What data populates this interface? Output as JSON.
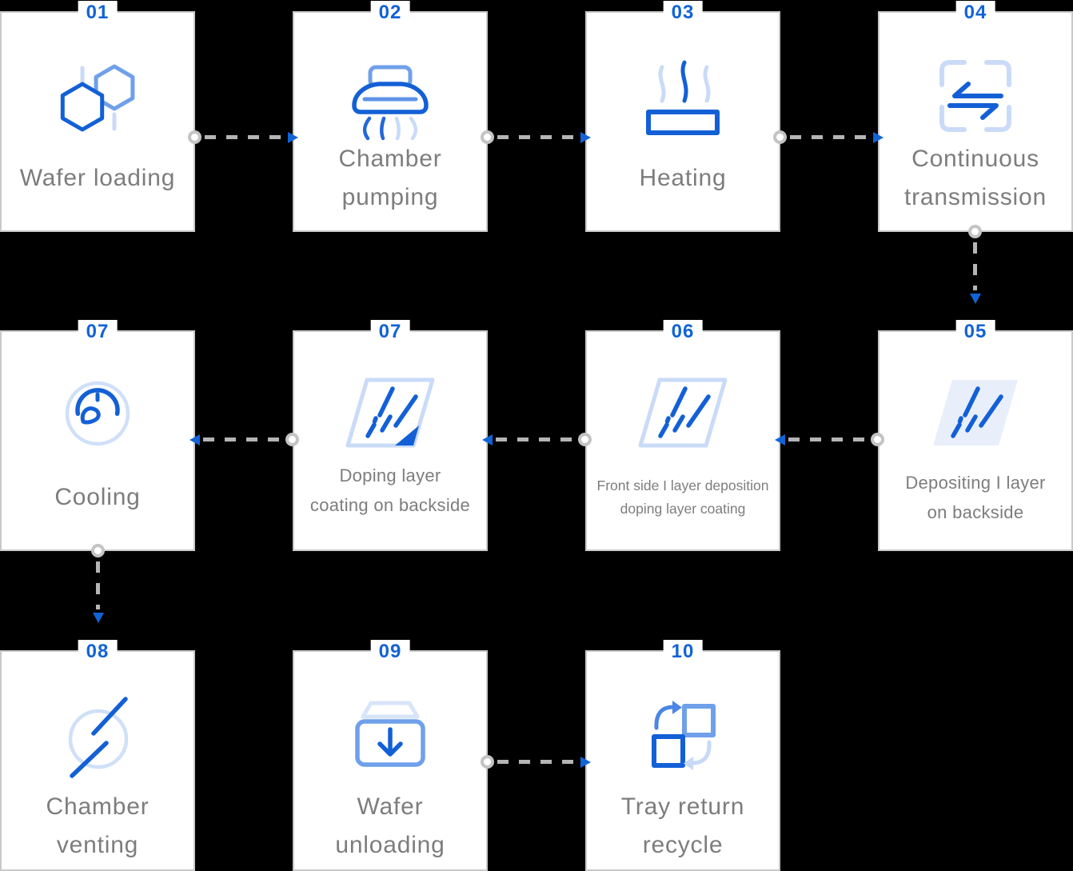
{
  "diagram": {
    "title_visible": false,
    "background_color": "#000000",
    "card_background": "#FFFFFF",
    "card_border_color": "#C9C9C9",
    "number_color": "#1163D6",
    "label_color": "#7D7D7D",
    "dash_color": "#B5B5B5",
    "arrowhead_color": "#1163D6",
    "icon_colors": {
      "dark_blue": "#1360D6",
      "medium_blue": "#6FA0EA",
      "light_blue": "#C9DBF7",
      "pale_fill": "#E8EFFA"
    },
    "cards": [
      {
        "num": "01",
        "label": [
          "Wafer loading"
        ],
        "icon": "hexagons-icon"
      },
      {
        "num": "02",
        "label": [
          "Chamber",
          "pumping"
        ],
        "icon": "pump-hood-icon"
      },
      {
        "num": "03",
        "label": [
          "Heating"
        ],
        "icon": "heater-icon"
      },
      {
        "num": "04",
        "label": [
          "Continuous",
          "transmission"
        ],
        "icon": "transfer-arrows-icon"
      },
      {
        "num": "07",
        "label": [
          "Cooling"
        ],
        "icon": "gauge-icon"
      },
      {
        "num": "07",
        "label": [
          "Doping layer",
          "coating on backside"
        ],
        "icon": "wafer-folded-corner-icon"
      },
      {
        "num": "06",
        "label": [
          "Front side I layer deposition",
          "doping layer coating"
        ],
        "icon": "wafer-outline-icon"
      },
      {
        "num": "05",
        "label": [
          "Depositing I layer",
          "on backside"
        ],
        "icon": "wafer-filled-icon"
      },
      {
        "num": "08",
        "label": [
          "Chamber",
          "venting"
        ],
        "icon": "vent-circle-icon"
      },
      {
        "num": "09",
        "label": [
          "Wafer",
          "unloading"
        ],
        "icon": "unload-box-icon"
      },
      {
        "num": "10",
        "label": [
          "Tray return",
          "recycle"
        ],
        "icon": "recycle-squares-icon"
      }
    ],
    "connections": [
      {
        "from": "Wafer loading",
        "to": "Chamber pumping",
        "direction": "right"
      },
      {
        "from": "Chamber pumping",
        "to": "Heating",
        "direction": "right"
      },
      {
        "from": "Heating",
        "to": "Continuous transmission",
        "direction": "right"
      },
      {
        "from": "Continuous transmission",
        "to": "Depositing I layer on backside",
        "direction": "down"
      },
      {
        "from": "Depositing I layer on backside",
        "to": "Front side I layer deposition doping layer coating",
        "direction": "left"
      },
      {
        "from": "Front side I layer deposition doping layer coating",
        "to": "Doping layer coating on backside",
        "direction": "left"
      },
      {
        "from": "Doping layer coating on backside",
        "to": "Cooling",
        "direction": "left"
      },
      {
        "from": "Cooling",
        "to": "Chamber venting",
        "direction": "down"
      },
      {
        "from": "Wafer unloading",
        "to": "Tray return recycle",
        "direction": "right"
      }
    ]
  }
}
